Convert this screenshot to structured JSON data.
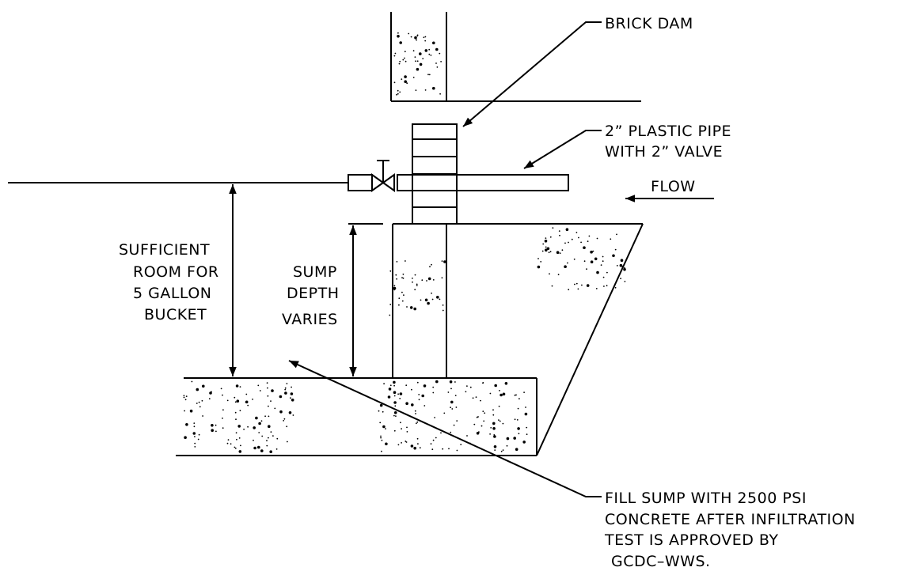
{
  "labels": {
    "brick_dam": "BRICK DAM",
    "pipe_line1": "2” PLASTIC PIPE",
    "pipe_line2": "WITH 2” VALVE",
    "flow": "FLOW",
    "room_line1": "SUFFICIENT",
    "room_line2": "ROOM FOR",
    "room_line3": "5 GALLON",
    "room_line4": "BUCKET",
    "sump_line1": "SUMP",
    "sump_line2": "DEPTH",
    "sump_line3": "VARIES",
    "fill_line1": "FILL SUMP WITH 2500 PSI",
    "fill_line2": "CONCRETE AFTER INFILTRATION",
    "fill_line3": "TEST IS APPROVED BY",
    "fill_line4": "GCDC–WWS."
  }
}
